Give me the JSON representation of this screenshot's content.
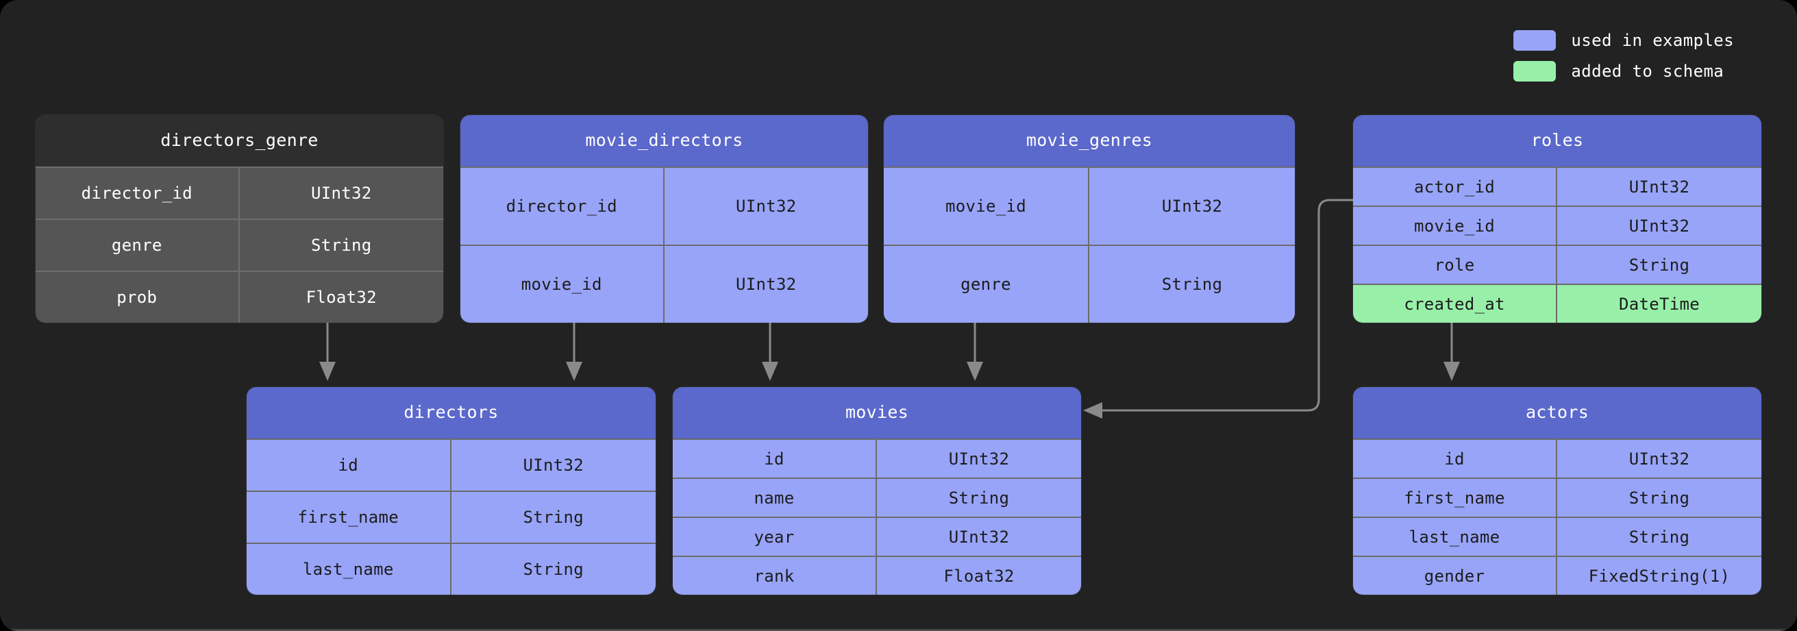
{
  "legend": {
    "items": [
      {
        "label": "used in examples",
        "color": "#98a4f8",
        "swatch_name": "legend-swatch-used-in-examples"
      },
      {
        "label": "added to schema",
        "color": "#98f0a8",
        "swatch_name": "legend-swatch-added-to-schema"
      }
    ]
  },
  "palette": {
    "background": "#222222",
    "header_blue": "#5b68cc",
    "cell_blue": "#98a4f8",
    "header_gray": "#2e2e2e",
    "cell_gray": "#555555",
    "added_green": "#98f0a8",
    "edge": "#8a8a8a",
    "text_light": "#ffffff",
    "text_dark": "#1c1c1c"
  },
  "tables": [
    {
      "id": "directors_genre",
      "title": "directors_genre",
      "theme": "gray",
      "columns": [
        {
          "name": "director_id",
          "type": "UInt32",
          "state": "normal"
        },
        {
          "name": "genre",
          "type": "String",
          "state": "normal"
        },
        {
          "name": "prob",
          "type": "Float32",
          "state": "normal"
        }
      ]
    },
    {
      "id": "movie_directors",
      "title": "movie_directors",
      "theme": "blue",
      "columns": [
        {
          "name": "director_id",
          "type": "UInt32",
          "state": "normal"
        },
        {
          "name": "movie_id",
          "type": "UInt32",
          "state": "normal"
        }
      ]
    },
    {
      "id": "movie_genres",
      "title": "movie_genres",
      "theme": "blue",
      "columns": [
        {
          "name": "movie_id",
          "type": "UInt32",
          "state": "normal"
        },
        {
          "name": "genre",
          "type": "String",
          "state": "normal"
        }
      ]
    },
    {
      "id": "roles",
      "title": "roles",
      "theme": "blue",
      "columns": [
        {
          "name": "actor_id",
          "type": "UInt32",
          "state": "normal"
        },
        {
          "name": "movie_id",
          "type": "UInt32",
          "state": "normal"
        },
        {
          "name": "role",
          "type": "String",
          "state": "normal"
        },
        {
          "name": "created_at",
          "type": "DateTime",
          "state": "added"
        }
      ]
    },
    {
      "id": "directors",
      "title": "directors",
      "theme": "blue",
      "columns": [
        {
          "name": "id",
          "type": "UInt32",
          "state": "normal"
        },
        {
          "name": "first_name",
          "type": "String",
          "state": "normal"
        },
        {
          "name": "last_name",
          "type": "String",
          "state": "normal"
        }
      ]
    },
    {
      "id": "movies",
      "title": "movies",
      "theme": "blue",
      "columns": [
        {
          "name": "id",
          "type": "UInt32",
          "state": "normal"
        },
        {
          "name": "name",
          "type": "String",
          "state": "normal"
        },
        {
          "name": "year",
          "type": "UInt32",
          "state": "normal"
        },
        {
          "name": "rank",
          "type": "Float32",
          "state": "normal"
        }
      ]
    },
    {
      "id": "actors",
      "title": "actors",
      "theme": "blue",
      "columns": [
        {
          "name": "id",
          "type": "UInt32",
          "state": "normal"
        },
        {
          "name": "first_name",
          "type": "String",
          "state": "normal"
        },
        {
          "name": "last_name",
          "type": "String",
          "state": "normal"
        },
        {
          "name": "gender",
          "type": "FixedString(1)",
          "state": "normal"
        }
      ]
    }
  ],
  "relationships": [
    {
      "from": "directors_genre",
      "to": "directors",
      "name": "edge-directors-genre-to-directors"
    },
    {
      "from": "movie_directors",
      "to": "directors",
      "name": "edge-movie-directors-to-directors"
    },
    {
      "from": "movie_directors",
      "to": "movies",
      "name": "edge-movie-directors-to-movies"
    },
    {
      "from": "movie_genres",
      "to": "movies",
      "name": "edge-movie-genres-to-movies"
    },
    {
      "from": "roles",
      "to": "movies",
      "name": "edge-roles-to-movies"
    },
    {
      "from": "roles",
      "to": "actors",
      "name": "edge-roles-to-actors"
    }
  ]
}
